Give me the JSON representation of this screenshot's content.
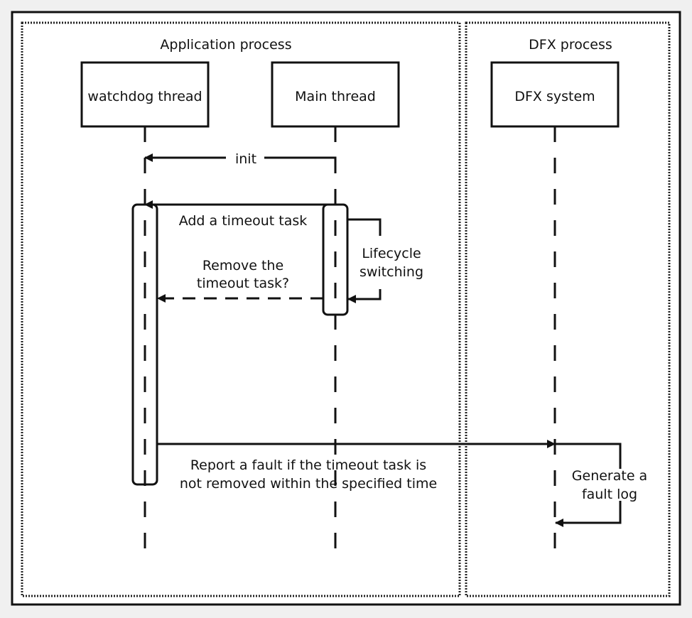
{
  "groups": {
    "application": {
      "label": "Application process"
    },
    "dfx": {
      "label": "DFX process"
    }
  },
  "participants": [
    {
      "id": "watchdog",
      "label": "watchdog thread"
    },
    {
      "id": "main",
      "label": "Main thread"
    },
    {
      "id": "dfx",
      "label": "DFX system"
    }
  ],
  "messages": [
    {
      "id": "init",
      "from": "main",
      "to": "watchdog",
      "style": "solid",
      "lines": [
        "init"
      ]
    },
    {
      "id": "add-timeout",
      "from": "main",
      "to": "watchdog",
      "style": "solid",
      "lines": [
        "Add a timeout task"
      ]
    },
    {
      "id": "remove-timeout",
      "from": "main",
      "to": "watchdog",
      "style": "dashed",
      "lines": [
        "Remove the",
        "timeout task?"
      ]
    },
    {
      "id": "report-fault",
      "from": "watchdog",
      "to": "dfx",
      "style": "solid",
      "lines": [
        "Report a fault if the timeout task is",
        "not removed within the specified time"
      ]
    }
  ],
  "self_loops": [
    {
      "id": "lifecycle",
      "participant": "main",
      "lines": [
        "Lifecycle",
        "switching"
      ]
    },
    {
      "id": "fault-log",
      "participant": "dfx",
      "lines": [
        "Generate a",
        "fault log"
      ]
    }
  ],
  "colors": {
    "stroke": "#111111",
    "background": "#ffffff",
    "page": "#f0f0f0"
  }
}
